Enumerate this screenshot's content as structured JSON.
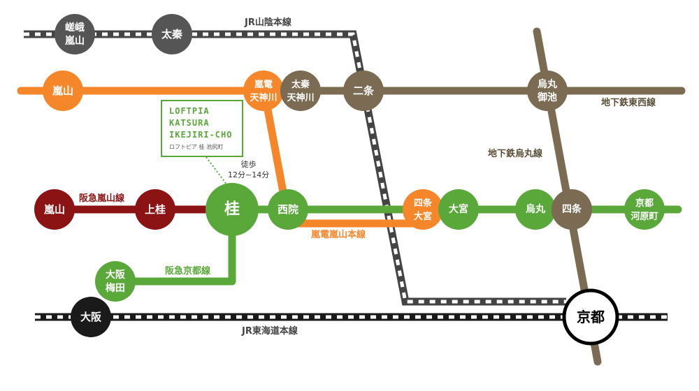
{
  "colors": {
    "jr": "#444444",
    "randen_arashiyama": "#f5862a",
    "subway_tozai": "#7a6b52",
    "subway_karasuma": "#7a6b52",
    "hankyu_arashiyama": "#8b1313",
    "hankyu_kyoto": "#5aa83a",
    "jr_tokaido": "#1a1a1a",
    "kyoto_station": "#000000"
  },
  "lines": {
    "jr_sanin": "JR山陰本線",
    "subway_tozai": "地下鉄東西線",
    "subway_karasuma": "地下鉄烏丸線",
    "hankyu_arashiyama": "阪急嵐山線",
    "randen": "嵐電嵐山本線",
    "hankyu_kyoto": "阪急京都線",
    "jr_tokaido": "JR東海道本線"
  },
  "stations": {
    "saga_arashiyama": [
      "嵯峨",
      "嵐山"
    ],
    "uzumasa": [
      "太秦"
    ],
    "randen_arashiyama": [
      "嵐山"
    ],
    "randen_tenjingawa": [
      "嵐電",
      "天神川"
    ],
    "uzumasa_tenjingawa": [
      "太秦",
      "天神川"
    ],
    "nijo": [
      "二条"
    ],
    "karasuma_oike": [
      "烏丸",
      "御池"
    ],
    "hankyu_arashiyama": [
      "嵐山"
    ],
    "kamikatsura": [
      "上桂"
    ],
    "katsura": [
      "桂"
    ],
    "sai": [
      "西院"
    ],
    "shijo_omiya": [
      "四条",
      "大宮"
    ],
    "omiya": [
      "大宮"
    ],
    "karasuma": [
      "烏丸"
    ],
    "shijo": [
      "四条"
    ],
    "kawaramachi": [
      "京都",
      "河原町"
    ],
    "osaka_umeda": [
      "大阪",
      "梅田"
    ],
    "osaka": [
      "大阪"
    ],
    "kyoto": [
      "京都"
    ]
  },
  "callout": {
    "line1": "LOFTPIA",
    "line2": "KATSURA",
    "line3": "IKEJIRI-CHO",
    "japanese": "ロフトピア 桂 池尻町"
  },
  "walk": {
    "label": "徒歩",
    "time": "12分~14分"
  }
}
